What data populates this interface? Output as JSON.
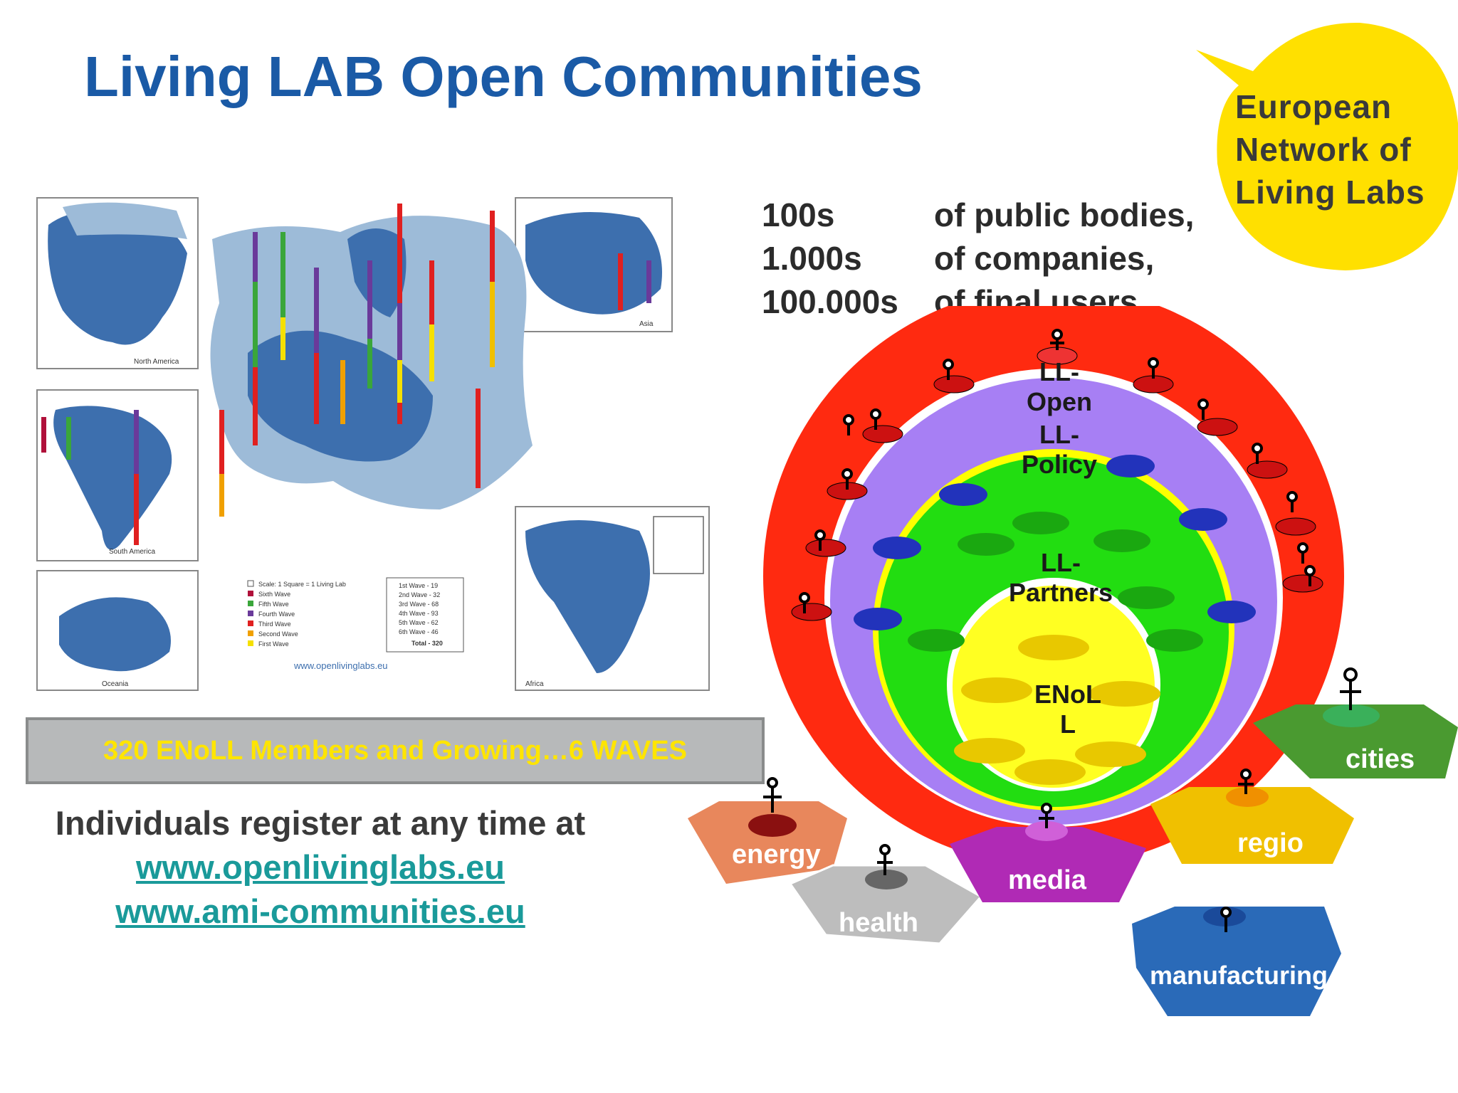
{
  "title": "Living LAB Open Communities",
  "bubble": {
    "line1": "European",
    "line2": "Network of",
    "line3": "Living Labs",
    "color": "#ffe000"
  },
  "stats": [
    {
      "num": "100s",
      "text": "of public bodies,"
    },
    {
      "num": "1.000s",
      "text": "of companies,"
    },
    {
      "num": "100.000s",
      "text": "of final users"
    }
  ],
  "map": {
    "panels": {
      "north_america": "North America",
      "south_america": "South America",
      "oceania": "Oceania",
      "asia": "Asia",
      "africa": "Africa"
    },
    "legend": [
      {
        "label": "Scale: 1 Square = 1 Living Lab",
        "color": "#ffffff"
      },
      {
        "label": "Sixth Wave",
        "color": "#b0103a"
      },
      {
        "label": "Fifth Wave",
        "color": "#3aa63a"
      },
      {
        "label": "Fourth Wave",
        "color": "#6a3a9a"
      },
      {
        "label": "Third Wave",
        "color": "#e02020"
      },
      {
        "label": "Second Wave",
        "color": "#f0a000"
      },
      {
        "label": "First Wave",
        "color": "#f5e000"
      }
    ],
    "totals": [
      "1st Wave - 19",
      "2nd Wave - 32",
      "3rd Wave - 68",
      "4th Wave - 93",
      "5th Wave - 62",
      "6th Wave - 46",
      "Total - 320"
    ],
    "url": "www.openlivinglabs.eu"
  },
  "banner": "320 ENoLL Members and Growing…6 WAVES",
  "register": {
    "text": "Individuals register at any time at",
    "link1": "www.openlivinglabs.eu",
    "link2": "www.ami-communities.eu"
  },
  "rings": {
    "outer": "LL-\nOpen",
    "policy": "LL-\nPolicy",
    "partners": "LL-\nPartners",
    "core": "ENoL\nL"
  },
  "sectors": {
    "energy": "energy",
    "health": "health",
    "media": "media",
    "regio": "regio",
    "cities": "cities",
    "manufacturing": "manufacturing"
  }
}
